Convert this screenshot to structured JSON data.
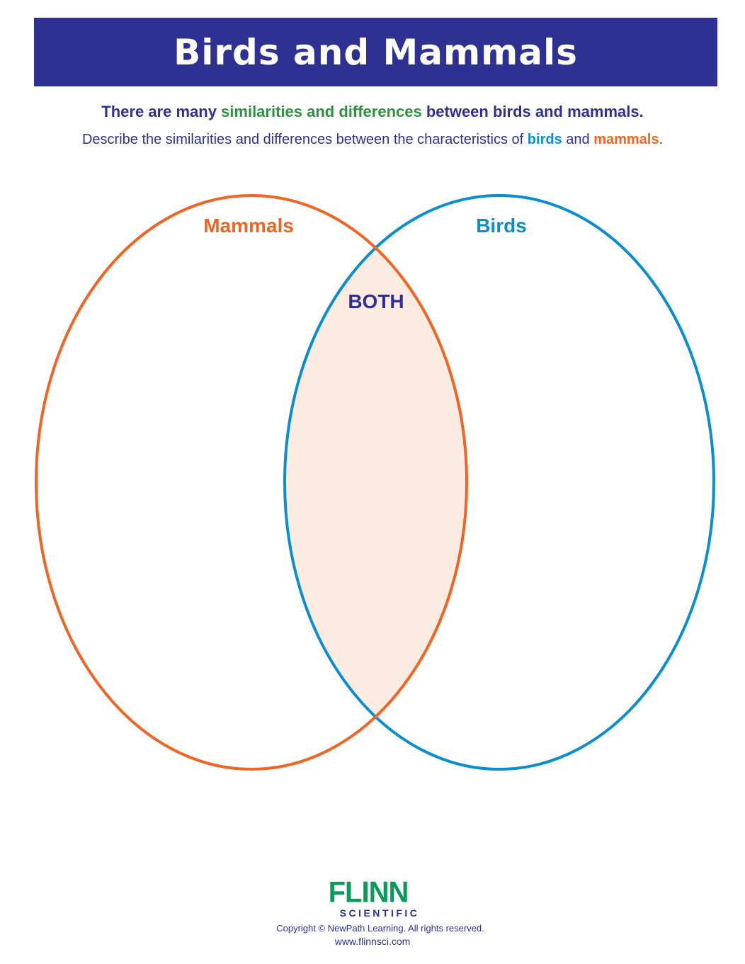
{
  "header": {
    "title": "Birds and Mammals"
  },
  "intro": {
    "line1_pre": "There are many ",
    "line1_highlight": "similarities and differences",
    "line1_post": " between birds and mammals.",
    "line2_pre": "Describe the similarities and differences between the characteristics of ",
    "line2_birds": "birds",
    "line2_mid": " and ",
    "line2_mammals": "mammals",
    "line2_post": "."
  },
  "venn": {
    "left_label": "Mammals",
    "right_label": "Birds",
    "overlap_label": "BOTH",
    "colors": {
      "left": "#ef6524",
      "right": "#0a8ed0",
      "overlap_fill": "#fcebe1",
      "label_both": "#2e3192"
    }
  },
  "footer": {
    "logo_main": "FLINN",
    "logo_sub": "SCIENTIFIC",
    "copyright": "Copyright © NewPath Learning. All rights reserved.",
    "url": "www.flinnsci.com"
  }
}
